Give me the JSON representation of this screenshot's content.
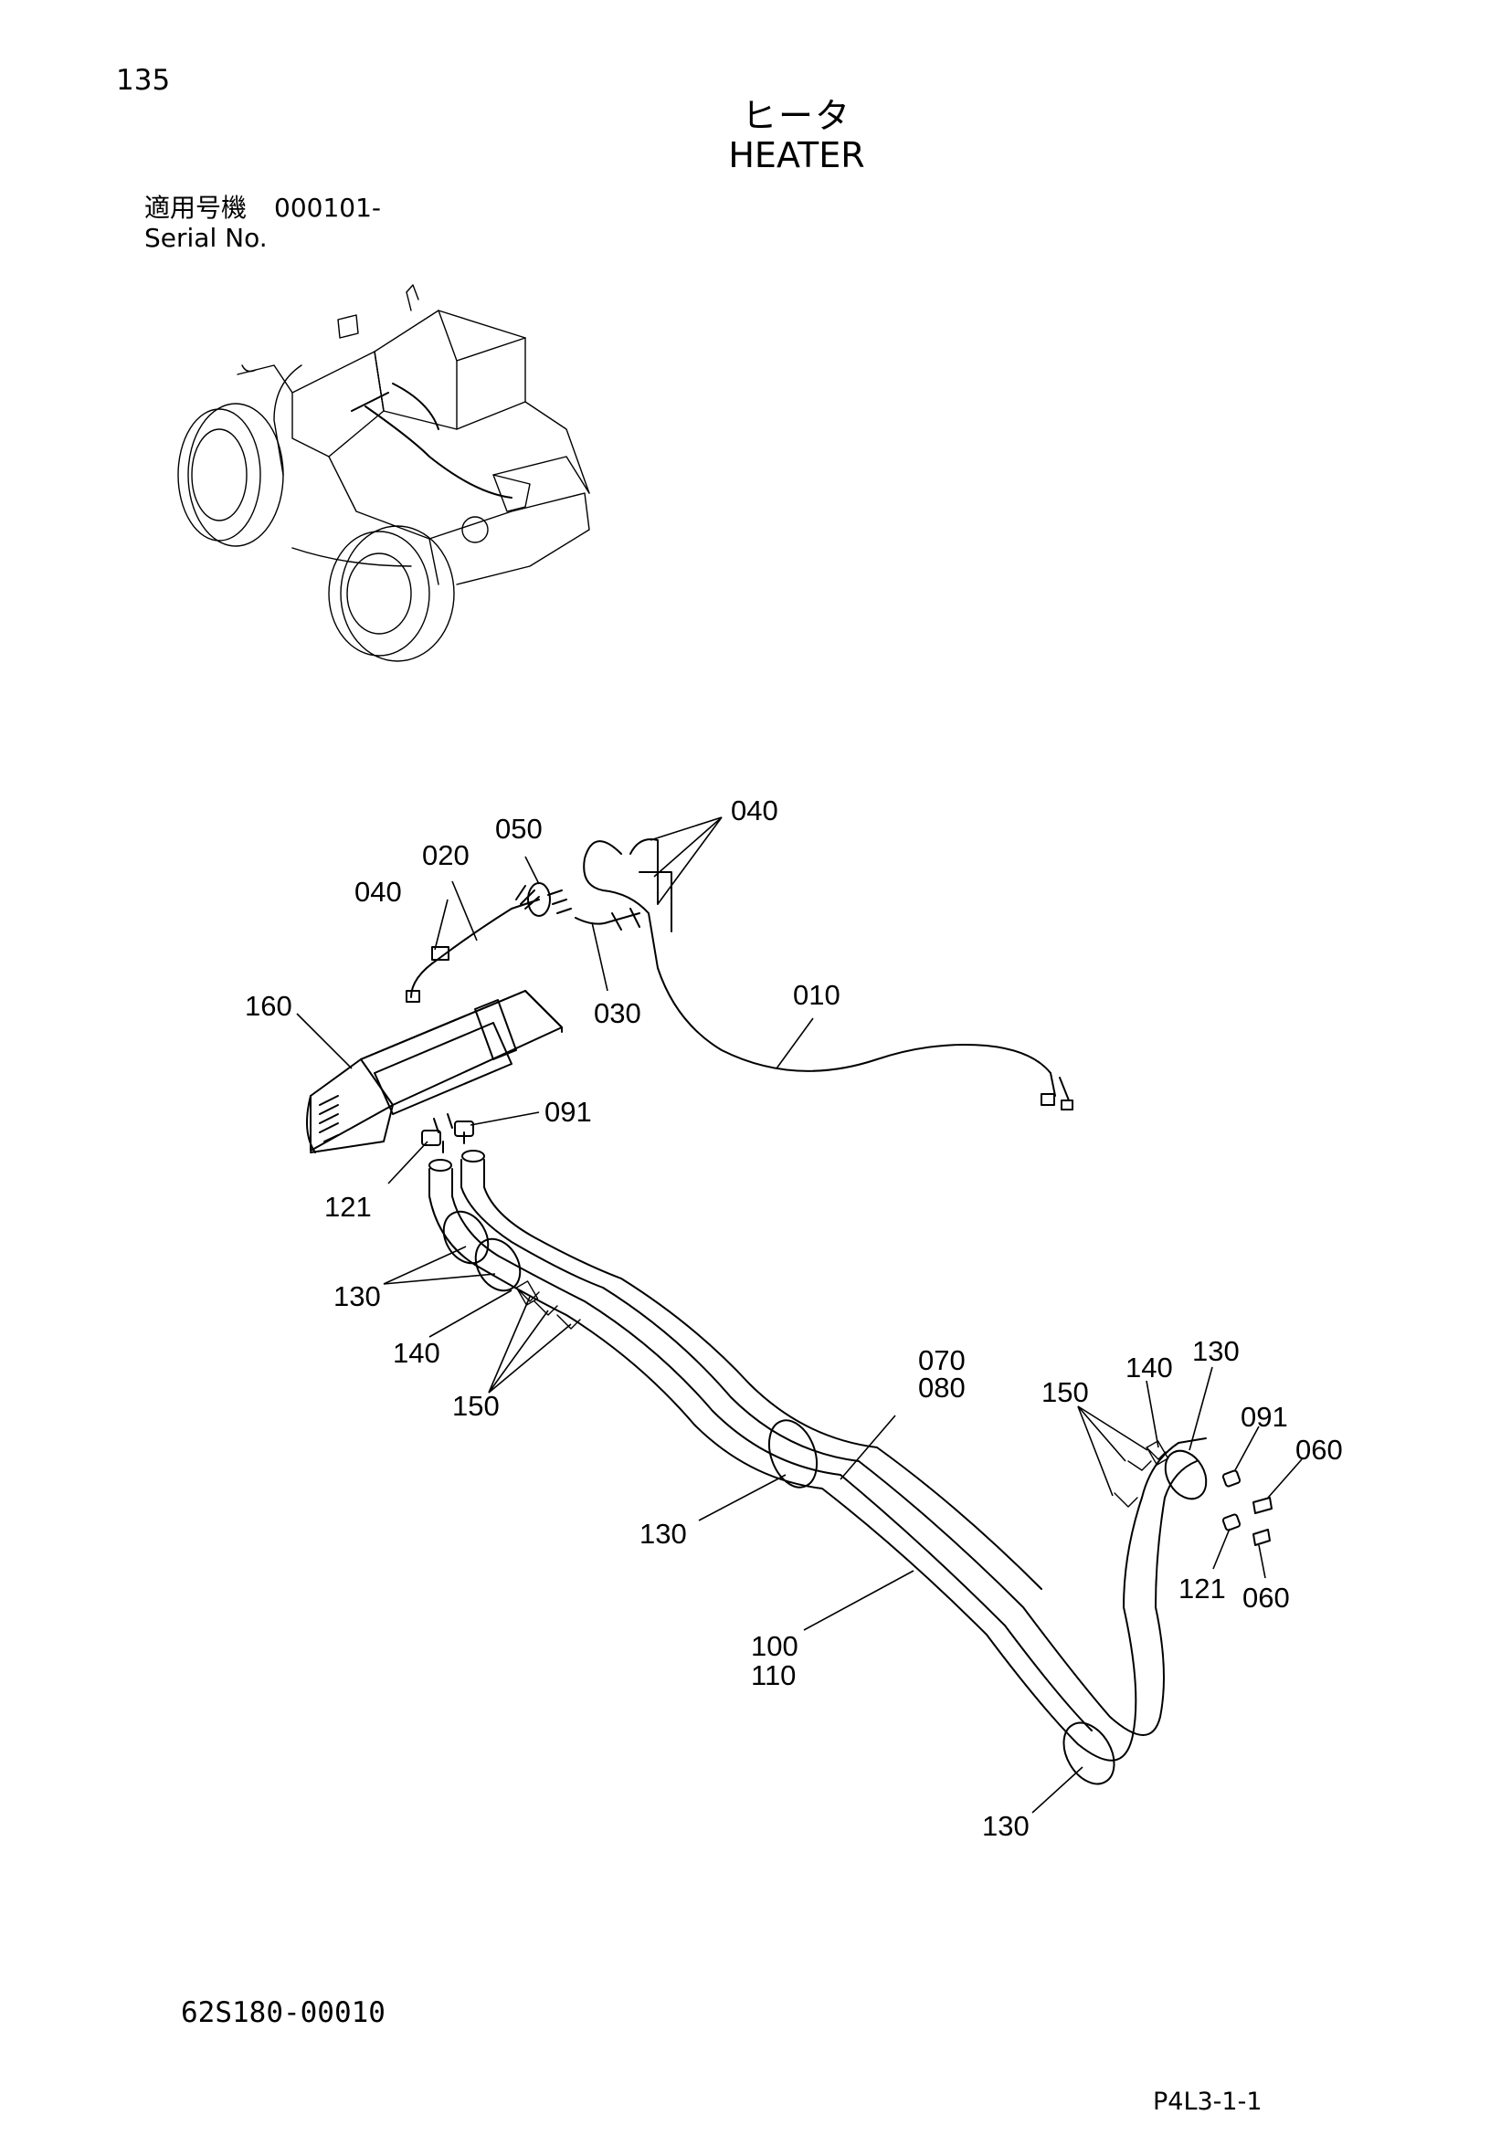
{
  "header": {
    "page_number": "135",
    "title_jp": "ヒータ",
    "title_en": "HEATER",
    "serial_label_jp": "適用号機",
    "serial_number": "000101-",
    "serial_label_en": "Serial No."
  },
  "callouts": {
    "c010": "010",
    "c020": "020",
    "c030": "030",
    "c040a": "040",
    "c040b": "040",
    "c050": "050",
    "c060a": "060",
    "c060b": "060",
    "c070": "070",
    "c080": "080",
    "c091a": "091",
    "c091b": "091",
    "c100": "100",
    "c110": "110",
    "c121a": "121",
    "c121b": "121",
    "c130a": "130",
    "c130b": "130",
    "c130c": "130",
    "c130d": "130",
    "c140a": "140",
    "c140b": "140",
    "c150a": "150",
    "c150b": "150",
    "c160": "160"
  },
  "footer": {
    "drawing_number": "62S180-00010",
    "page_code": "P4L3-1-1"
  }
}
